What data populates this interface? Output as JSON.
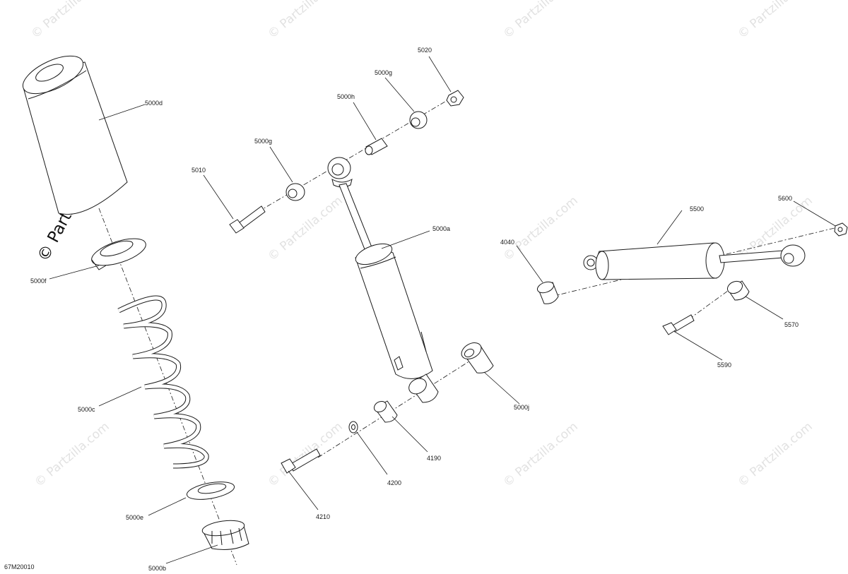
{
  "watermark": {
    "text": "© Partzilla.com",
    "vertical_text": "© Partzilla.com"
  },
  "diagram": {
    "code": "67M20010",
    "labels": {
      "l_5000d": "5000d",
      "l_5000f": "5000f",
      "l_5000c": "5000c",
      "l_5000e": "5000e",
      "l_5000b": "5000b",
      "l_5010": "5010",
      "l_5000g_a": "5000g",
      "l_5000h": "5000h",
      "l_5000g_b": "5000g",
      "l_5020": "5020",
      "l_5000a": "5000a",
      "l_5000j": "5000j",
      "l_4190": "4190",
      "l_4200": "4200",
      "l_4210": "4210",
      "l_5500": "5500",
      "l_5600": "5600",
      "l_4040": "4040",
      "l_5570": "5570",
      "l_5590": "5590"
    }
  }
}
